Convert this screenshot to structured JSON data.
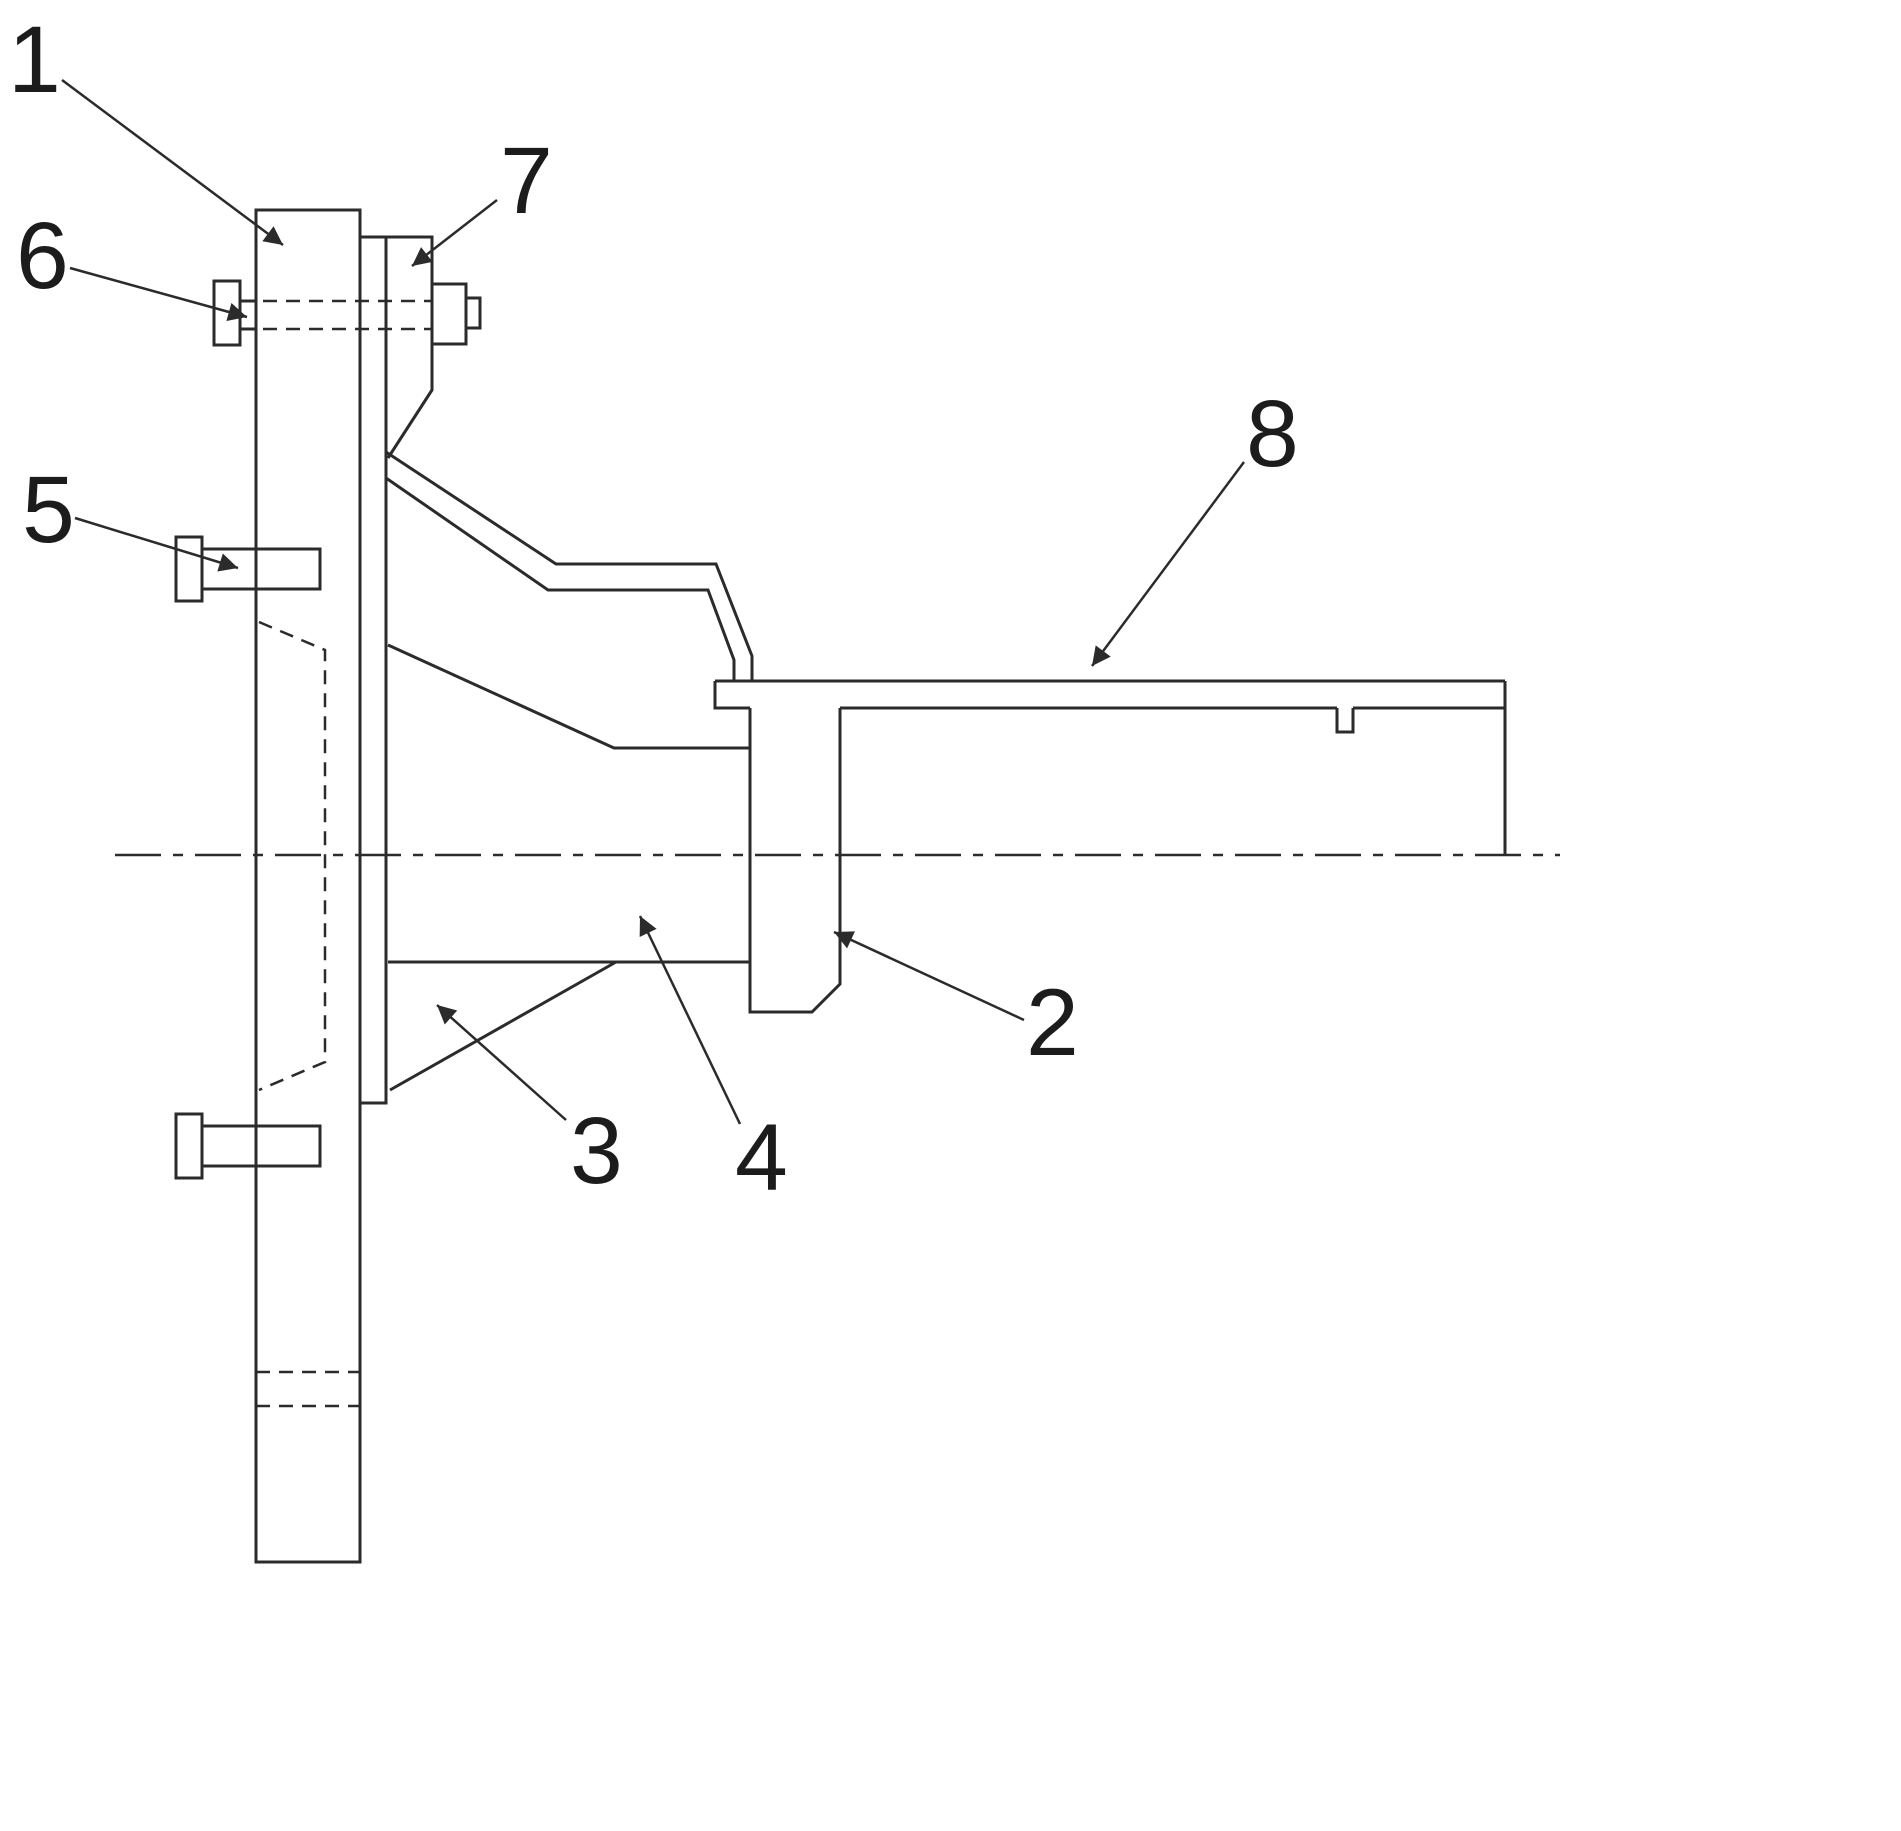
{
  "figure": {
    "type": "technical-drawing",
    "background_color": "#ffffff",
    "line_color": "#2b2b2b",
    "callouts": [
      {
        "text": "1"
      },
      {
        "text": "2"
      },
      {
        "text": "3"
      },
      {
        "text": "4"
      },
      {
        "text": "5"
      },
      {
        "text": "6"
      },
      {
        "text": "7"
      },
      {
        "text": "8"
      }
    ]
  }
}
